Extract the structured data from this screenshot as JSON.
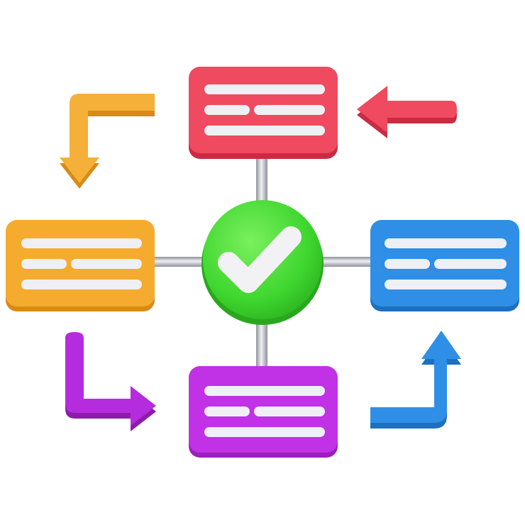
{
  "diagram": {
    "type": "hub-and-spoke workflow icon",
    "hub": {
      "icon": "checkmark-icon",
      "color": "#3fd62f"
    },
    "nodes": [
      {
        "id": "top",
        "color": "#ef4a5f",
        "icon": "text-lines-icon"
      },
      {
        "id": "left",
        "color": "#f5ab2e",
        "icon": "text-lines-icon"
      },
      {
        "id": "right",
        "color": "#2f8fe6",
        "icon": "text-lines-icon"
      },
      {
        "id": "bottom",
        "color": "#c131e6",
        "icon": "text-lines-icon"
      }
    ],
    "arrows": [
      {
        "id": "red",
        "color": "#ef4a5f",
        "direction": "left",
        "icon": "arrow-left-icon"
      },
      {
        "id": "orange",
        "color": "#f5b03a",
        "direction": "down",
        "icon": "elbow-arrow-down-icon"
      },
      {
        "id": "purple",
        "color": "#b52cde",
        "direction": "right",
        "icon": "elbow-arrow-right-icon"
      },
      {
        "id": "blue",
        "color": "#2f8fe6",
        "direction": "up",
        "icon": "elbow-arrow-up-icon"
      }
    ],
    "connector_color": "#c7c9cf",
    "line_color": "#eef0f5"
  }
}
